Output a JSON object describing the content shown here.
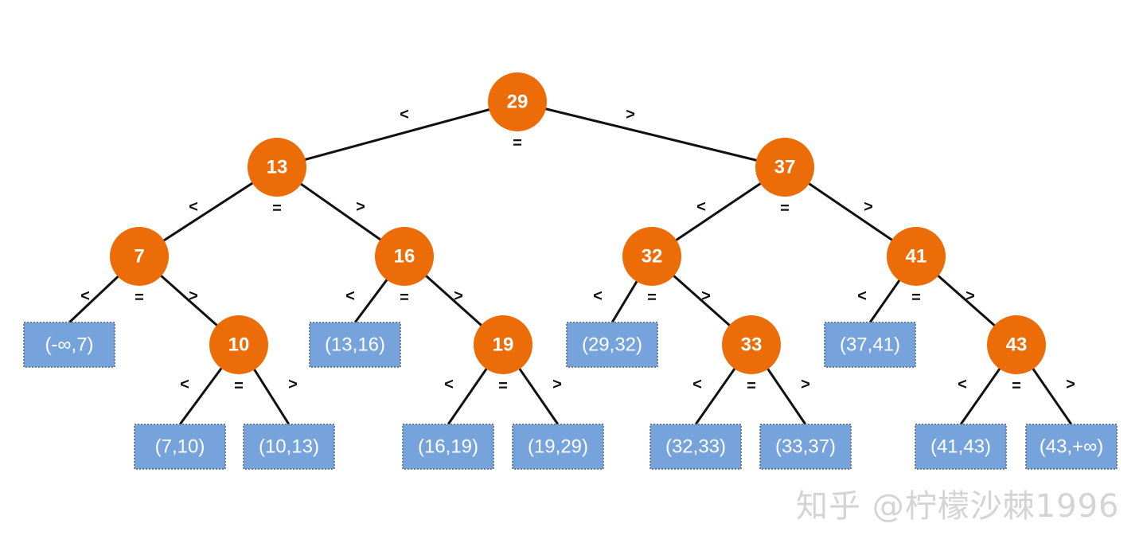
{
  "colors": {
    "node": "#ec6c07",
    "leaf": "#76a3dc",
    "edge": "#111111",
    "text": "#ffffff"
  },
  "operators": {
    "lt": "<",
    "eq": "=",
    "gt": ">"
  },
  "nodes": [
    {
      "id": "n29",
      "label": "29"
    },
    {
      "id": "n13",
      "label": "13"
    },
    {
      "id": "n37",
      "label": "37"
    },
    {
      "id": "n7",
      "label": "7"
    },
    {
      "id": "n16",
      "label": "16"
    },
    {
      "id": "n32",
      "label": "32"
    },
    {
      "id": "n41",
      "label": "41"
    },
    {
      "id": "n10",
      "label": "10"
    },
    {
      "id": "n19",
      "label": "19"
    },
    {
      "id": "n33",
      "label": "33"
    },
    {
      "id": "n43",
      "label": "43"
    }
  ],
  "leaves": [
    {
      "id": "l1",
      "label": "(-∞,7)"
    },
    {
      "id": "l2",
      "label": "(13,16)"
    },
    {
      "id": "l3",
      "label": "(29,32)"
    },
    {
      "id": "l4",
      "label": "(37,41)"
    },
    {
      "id": "l5",
      "label": "(7,10)"
    },
    {
      "id": "l6",
      "label": "(10,13)"
    },
    {
      "id": "l7",
      "label": "(16,19)"
    },
    {
      "id": "l8",
      "label": "(19,29)"
    },
    {
      "id": "l9",
      "label": "(32,33)"
    },
    {
      "id": "l10",
      "label": "(33,37)"
    },
    {
      "id": "l11",
      "label": "(41,43)"
    },
    {
      "id": "l12",
      "label": "(43,+∞)"
    }
  ],
  "edges": [
    [
      "n29",
      "n13"
    ],
    [
      "n29",
      "n37"
    ],
    [
      "n13",
      "n7"
    ],
    [
      "n13",
      "n16"
    ],
    [
      "n37",
      "n32"
    ],
    [
      "n37",
      "n41"
    ],
    [
      "n7",
      "l1"
    ],
    [
      "n7",
      "n10"
    ],
    [
      "n16",
      "l2"
    ],
    [
      "n16",
      "n19"
    ],
    [
      "n32",
      "l3"
    ],
    [
      "n32",
      "n33"
    ],
    [
      "n41",
      "l4"
    ],
    [
      "n41",
      "n43"
    ],
    [
      "n10",
      "l5"
    ],
    [
      "n10",
      "l6"
    ],
    [
      "n19",
      "l7"
    ],
    [
      "n19",
      "l8"
    ],
    [
      "n33",
      "l9"
    ],
    [
      "n33",
      "l10"
    ],
    [
      "n43",
      "l11"
    ],
    [
      "n43",
      "l12"
    ]
  ],
  "watermark": "知乎 @柠檬沙棘1996"
}
